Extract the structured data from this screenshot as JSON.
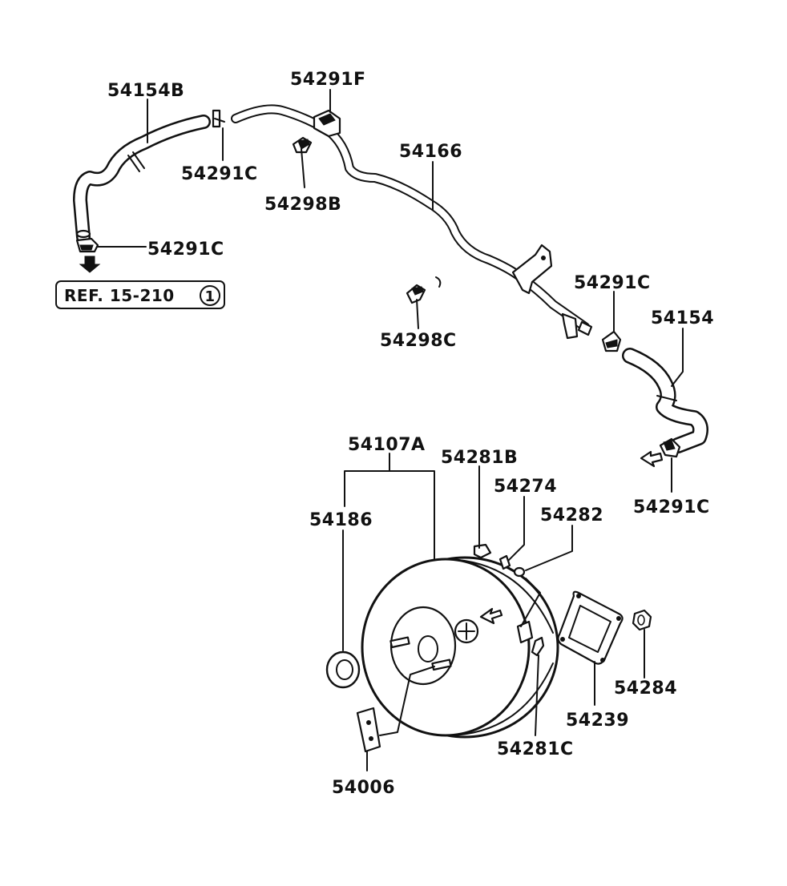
{
  "diagram": {
    "labels": {
      "hose_54154B": "54154B",
      "clip_54291C_a": "54291C",
      "clip_54291C_b": "54291C",
      "clip_54291F": "54291F",
      "clamp_54298B": "54298B",
      "pipe_54166": "54166",
      "clamp_54298C": "54298C",
      "clip_54291C_c": "54291C",
      "hose_54154": "54154",
      "clip_54291C_d": "54291C",
      "booster_54107A": "54107A",
      "pin_54281B": "54281B",
      "washer_54274": "54274",
      "ring_54282": "54282",
      "seal_54186": "54186",
      "gasket_54239": "54239",
      "nut_54284": "54284",
      "pin_54281C": "54281C",
      "bracket_54006": "54006"
    },
    "reference": {
      "text": "REF. 15-210",
      "circled": "1"
    }
  }
}
